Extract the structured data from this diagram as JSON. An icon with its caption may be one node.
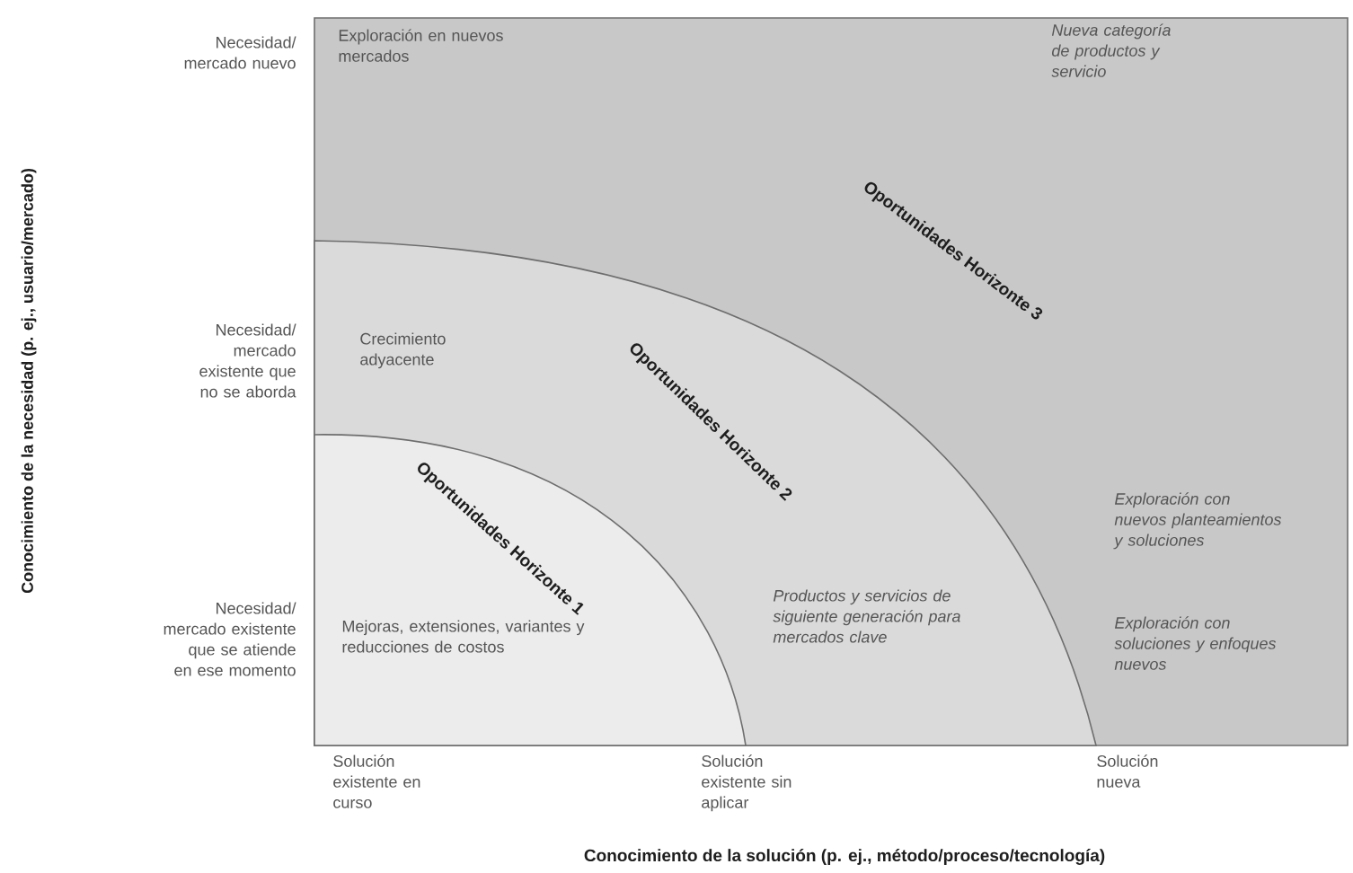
{
  "diagram": {
    "nodes": [
      {
        "text": [
          "Exploración en nuevos mercados",
          "Nueva categoría de productos y servicio",
          "Oportunidades Horizonte 3",
          "Exploración con nuevos planteamientos y soluciones",
          "Exploración con soluciones y enfoques nuevos"
        ]
      },
      {
        "text": [
          "Crecimiento adyacente",
          "Oportunidades Horizonte 2",
          "Productos y servicios de siguiente generación para mercados clave"
        ],
        "in": 0
      },
      {
        "text": [
          "Oportunidades Horizonte 1",
          "Mejoras, extensiones, variantes y reducciones de costos"
        ],
        "in": 1
      }
    ],
    "labels": [
      "Conocimiento de la necesidad (p. ej., usuario/mercado)",
      "Necesidad/ mercado nuevo",
      "Necesidad/ mercado existente que no se aborda",
      "Necesidad/ mercado existente que se atiende en ese momento",
      "Solución existente en curso",
      "Solución existente sin aplicar",
      "Solución nueva",
      "Conocimiento de la solución (p. ej., método/proceso/tecnología)"
    ]
  }
}
